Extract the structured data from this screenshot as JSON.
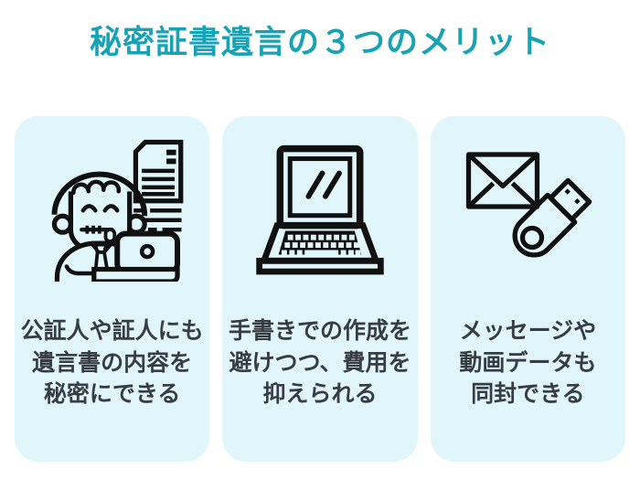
{
  "page": {
    "title": "秘密証書遺言の３つのメリット",
    "colors": {
      "accent": "#18a2b5",
      "card_bg": "#e0f6fb",
      "text": "#383d44",
      "icon_stroke": "#101010"
    }
  },
  "cards": [
    {
      "icon": "secret-person-with-will-icon",
      "text": "公証人や証人にも\n遺言書の内容を\n秘密にできる"
    },
    {
      "icon": "laptop-icon",
      "text": "手書きでの作成を\n避けつつ、費用を\n抑えられる"
    },
    {
      "icon": "envelope-usb-icon",
      "text": "メッセージや\n動画データも\n同封できる"
    }
  ]
}
